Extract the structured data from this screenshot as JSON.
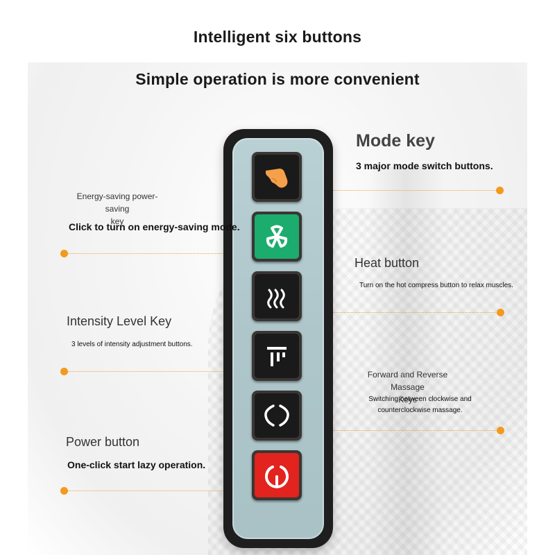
{
  "header": {
    "title": "Intelligent six buttons",
    "subtitle": "Simple operation is more convenient"
  },
  "colors": {
    "accent": "#f39a1e",
    "remote_body": "#1e1e1e",
    "remote_face": "#b2cbcf",
    "green_button": "#1cac6e",
    "red_button": "#e2231e",
    "orange_icon": "#f5a04a"
  },
  "buttons": [
    {
      "id": "mode",
      "icon": "hand-icon"
    },
    {
      "id": "energy",
      "icon": "leaf-icon"
    },
    {
      "id": "heat",
      "icon": "heat-waves-icon"
    },
    {
      "id": "intensity",
      "icon": "intensity-bars-icon"
    },
    {
      "id": "direction",
      "icon": "rotate-icon"
    },
    {
      "id": "power",
      "icon": "power-icon"
    }
  ],
  "callouts": {
    "mode": {
      "title": "Mode key",
      "desc": "3 major mode switch buttons."
    },
    "energy": {
      "title_line1": "Energy-saving power-saving",
      "title_line2": "key",
      "desc": "Click to turn on energy-saving mode."
    },
    "heat": {
      "title": "Heat button",
      "desc": "Turn on the hot compress button to relax muscles."
    },
    "intensity": {
      "title": "Intensity Level Key",
      "desc": "3 levels of intensity adjustment buttons."
    },
    "direction": {
      "title_line1": "Forward and Reverse Massage",
      "title_line2": "Keys",
      "desc_line1": "Switching between clockwise and",
      "desc_line2": "counterclockwise massage."
    },
    "power": {
      "title": "Power button",
      "desc": "One-click start lazy operation."
    }
  }
}
